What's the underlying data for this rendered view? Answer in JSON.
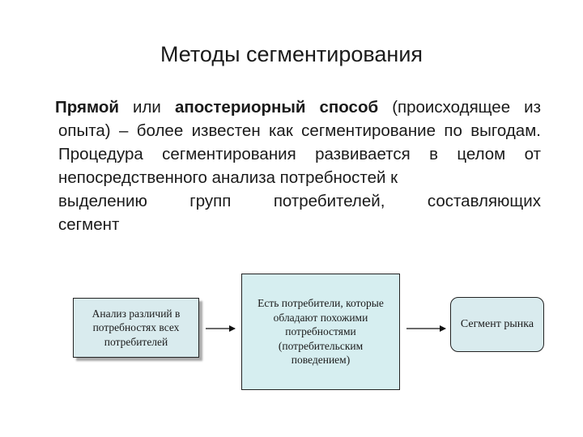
{
  "slide": {
    "title": "Методы сегментирования",
    "paragraph": {
      "bold1": "Прямой",
      "plain1": " или ",
      "bold2": "апостериорный способ",
      "plain2": " (происходящее из опыта) – более известен как сегментирование по выгодам. Процедура сегментирования развивается в целом от непосредственного анализа потребностей к",
      "line5": "выделению групп потребителей, составляющих",
      "line6": "сегмент"
    }
  },
  "diagram": {
    "box1": "Анализ различий в потребностях всех потребителей",
    "box2": "Есть потребители, которые обладают похожими потребностями (потребительским поведением)",
    "box3": "Сегмент рынка"
  }
}
